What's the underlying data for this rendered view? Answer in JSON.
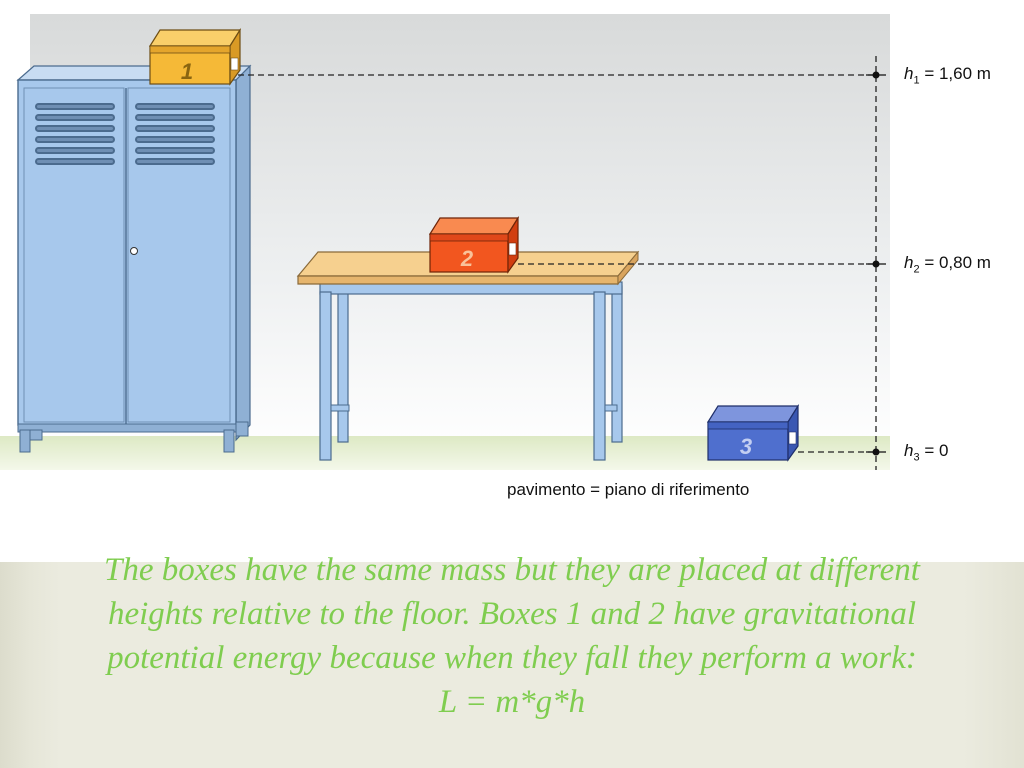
{
  "boxes": [
    {
      "label": "1",
      "color": "#f5b937"
    },
    {
      "label": "2",
      "color": "#f2561f"
    },
    {
      "label": "3",
      "color": "#4f6fce"
    }
  ],
  "heights": [
    {
      "var": "h",
      "sub": "1",
      "value": "= 1,60 m"
    },
    {
      "var": "h",
      "sub": "2",
      "value": "= 0,80 m"
    },
    {
      "var": "h",
      "sub": "3",
      "value": "= 0"
    }
  ],
  "floor_caption": "pavimento = piano di riferimento",
  "caption": {
    "line1": "The boxes have the same mass but they are placed at different",
    "line2": "heights relative to the floor. Boxes 1 and 2 have gravitational",
    "line3": "potential energy because when they fall they perform a work:",
    "line4": "L = m*g*h"
  },
  "colors": {
    "caption_text": "#7fcd4f",
    "furniture": "#a7c8ec",
    "table_top": "#f6d08f"
  }
}
